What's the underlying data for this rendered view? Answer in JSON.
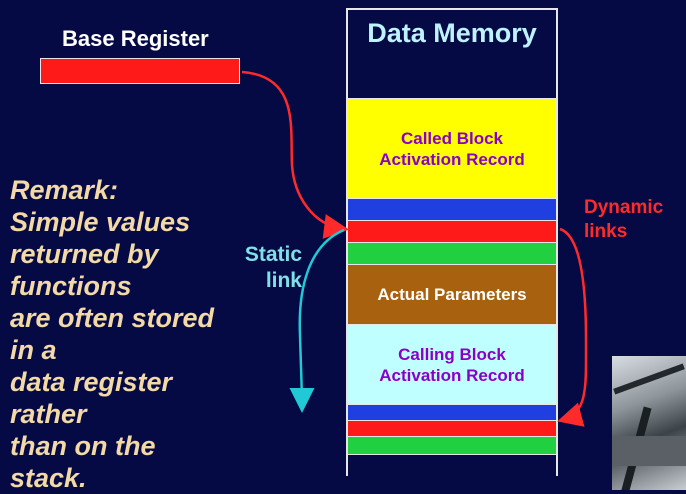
{
  "base_register": {
    "title": "Base Register"
  },
  "memory": {
    "title": "Data Memory",
    "called_block": "Called Block\nActivation Record",
    "actual_parameters": "Actual Parameters",
    "calling_block": "Calling Block\nActivation Record"
  },
  "labels": {
    "static_link": "Static\nlink",
    "dynamic_links": "Dynamic\nlinks"
  },
  "remark": "Remark:\nSimple values\nreturned by\nfunctions\nare often stored\nin a\ndata register\nrather\nthan on the\nstack.",
  "colors": {
    "background": "#050a45",
    "register": "#ff1a1a",
    "called_block": "#ffff00",
    "calling_block": "#c0ffff",
    "actual_parameters": "#a8620f",
    "blue_slot": "#1f3fe0",
    "green_slot": "#20d040",
    "static_link": "#21c8d6",
    "dynamic_link": "#ff2a2a",
    "remark_text": "#f3d9a6"
  }
}
